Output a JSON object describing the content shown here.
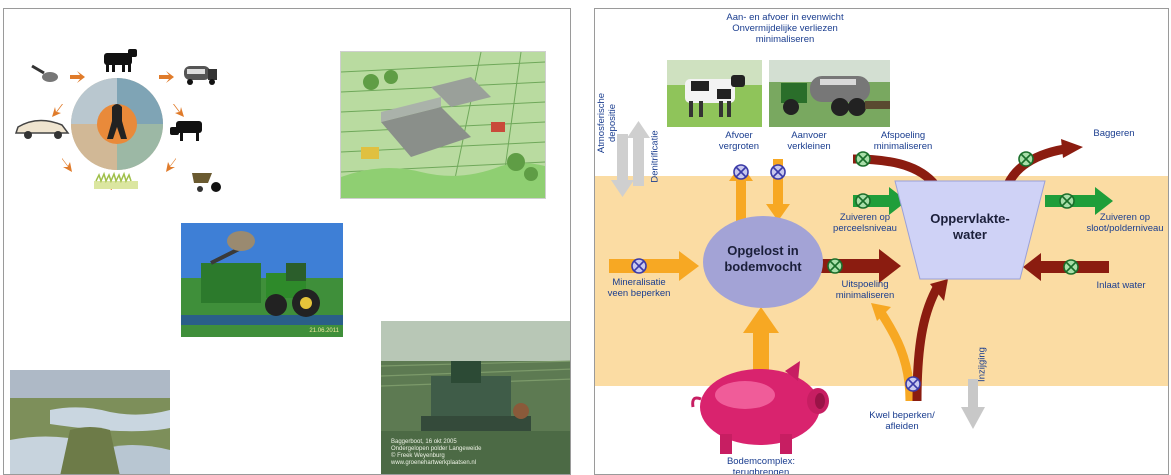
{
  "right": {
    "top_caption": [
      "Aan- en afvoer in evenwicht",
      "Onvermijdelijke verliezen",
      "minimaliseren"
    ],
    "atm_label": [
      "Atmosferische",
      "depositie"
    ],
    "denitrificatie": "Denitrificatie",
    "afvoer": [
      "Afvoer",
      "vergroten"
    ],
    "aanvoer": [
      "Aanvoer",
      "verkleinen"
    ],
    "afspoeling": [
      "Afspoeling",
      "minimaliseren"
    ],
    "baggeren": "Baggeren",
    "zuiveren_perceel": [
      "Zuiveren op",
      "perceelsniveau"
    ],
    "zuiveren_sloot": [
      "Zuiveren op",
      "sloot/polderniveau"
    ],
    "opgelost": [
      "Opgelost in",
      "bodemvocht"
    ],
    "oppervlaktewater": [
      "Oppervlakte-",
      "water"
    ],
    "mineralisatie": [
      "Mineralisatie",
      "veen beperken"
    ],
    "uitspoeling": [
      "Uitspoeling",
      "minimaliseren"
    ],
    "inlaat": "Inlaat water",
    "inzijging": "Inzijging",
    "kwel": [
      "Kwel beperken/",
      "afleiden"
    ],
    "bodemcomplex": [
      "Bodemcomplex:",
      "terugbrengen"
    ]
  },
  "left": {
    "photo_tractor_stamp": "21.06.2011",
    "photo_dredger_caption": [
      "Baggerboot, 16 okt 2005",
      "Ondergelopen polder Langeweide",
      "© Freek Weyenburg",
      "www.groenehartwerkplaatsen.nl"
    ]
  },
  "colors": {
    "soil_band": "#fbdca3",
    "orange_arrow": "#f7a823",
    "dark_red_arrow": "#8b1c10",
    "green_arrow": "#1f9e3a",
    "label_blue": "#1a3d8f",
    "ellipse_fill": "#a3a3d6",
    "water_fill": "#cfd2f6"
  }
}
